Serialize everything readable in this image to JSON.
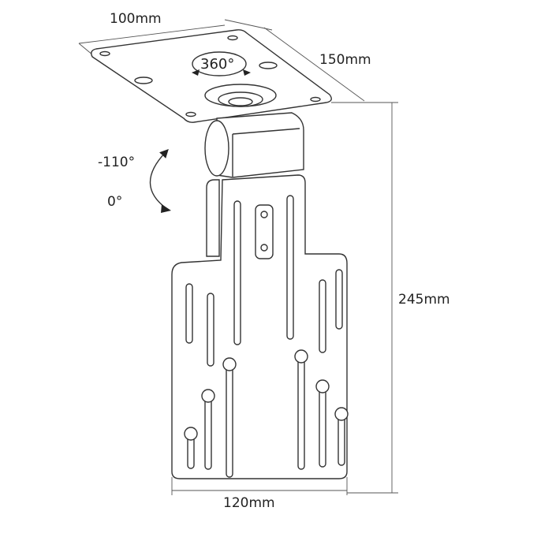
{
  "colors": {
    "line": "#333333",
    "fill": "#ffffff",
    "dim_line": "#555555"
  },
  "dimensions": {
    "width_top": "100mm",
    "depth_top": "150mm",
    "height": "245mm",
    "width_bottom": "120mm"
  },
  "rotation": {
    "swivel": "360°",
    "tilt_max": "-110°",
    "tilt_min": "0°"
  }
}
